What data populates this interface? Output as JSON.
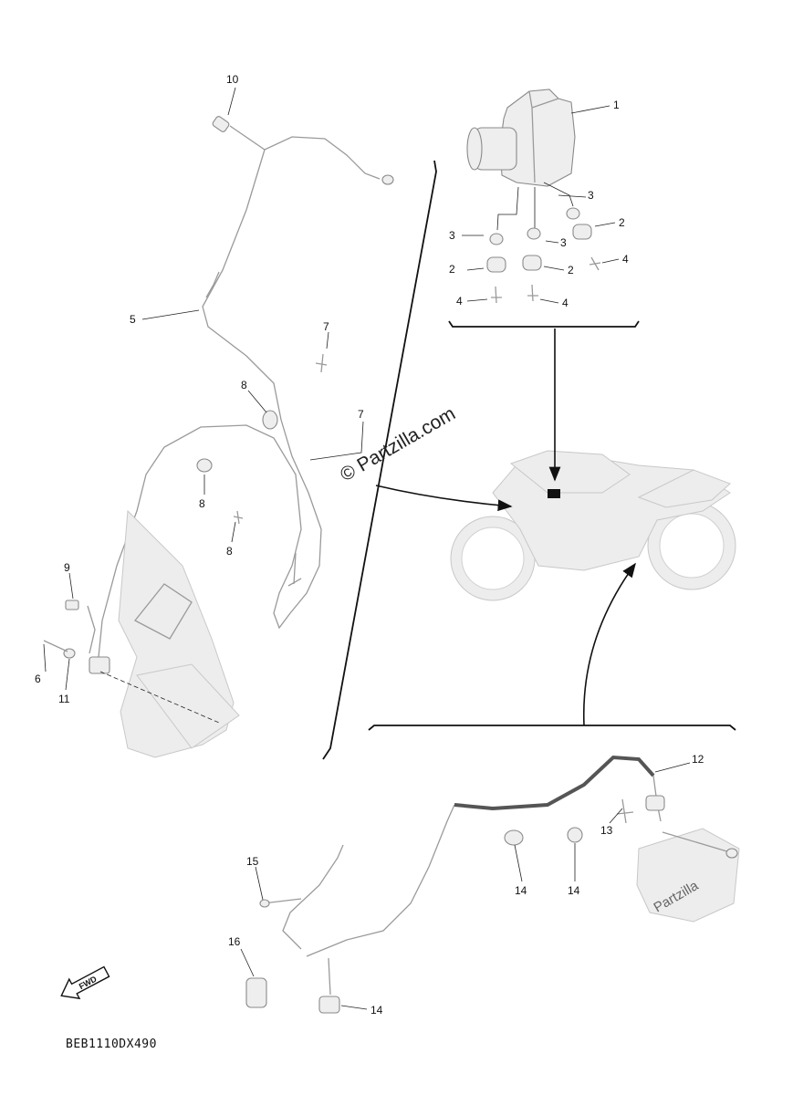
{
  "diagram": {
    "callouts": {
      "c1": "1",
      "c2a": "2",
      "c2b": "2",
      "c2c": "2",
      "c3a": "3",
      "c3b": "3",
      "c3c": "3",
      "c4a": "4",
      "c4b": "4",
      "c4c": "4",
      "c5": "5",
      "c6": "6",
      "c7a": "7",
      "c7b": "7",
      "c8a": "8",
      "c8b": "8",
      "c8c": "8",
      "c9": "9",
      "c10": "10",
      "c11": "11",
      "c12": "12",
      "c13": "13",
      "c14a": "14",
      "c14b": "14",
      "c14c": "14",
      "c15": "15",
      "c16": "16"
    },
    "fwd_label": "FWD",
    "watermark": "© Partzilla.com",
    "watermark_small": "Partzilla",
    "diagram_code": "BEB1110DX490"
  }
}
